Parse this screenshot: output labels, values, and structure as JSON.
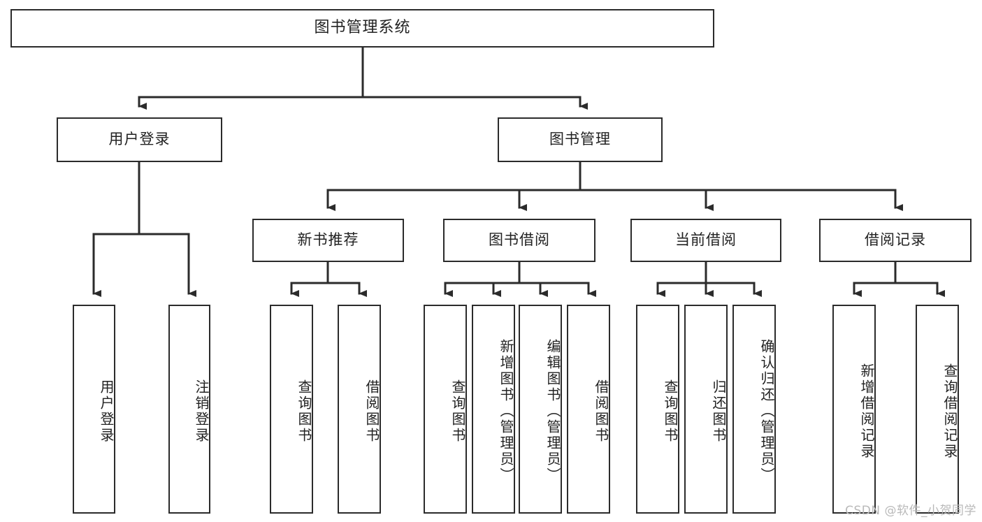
{
  "diagram": {
    "title": "图书管理系统",
    "watermark": "CSDN @软件_小贺同学",
    "colors": {
      "stroke": "#2b2b2b",
      "fill": "#ffffff",
      "text": "#222222",
      "watermark": "#b9b9b9"
    },
    "levels": {
      "root": {
        "label": "图书管理系统"
      },
      "level2": [
        {
          "id": "user-login",
          "label": "用户登录"
        },
        {
          "id": "book-manage",
          "label": "图书管理"
        }
      ],
      "level3": [
        {
          "id": "new-book-recommend",
          "label": "新书推荐"
        },
        {
          "id": "book-borrow",
          "label": "图书借阅"
        },
        {
          "id": "current-borrow",
          "label": "当前借阅"
        },
        {
          "id": "borrow-record",
          "label": "借阅记录"
        }
      ],
      "leaves": [
        {
          "id": "leaf-user-login",
          "parent": "user-login",
          "label": "用户登录"
        },
        {
          "id": "leaf-user-logout",
          "parent": "user-login",
          "label": "注销登录"
        },
        {
          "id": "leaf-query-book-1",
          "parent": "new-book-recommend",
          "label": "查询图书"
        },
        {
          "id": "leaf-borrow-book-1",
          "parent": "new-book-recommend",
          "label": "借阅图书"
        },
        {
          "id": "leaf-query-book-2",
          "parent": "book-borrow",
          "label": "查询图书"
        },
        {
          "id": "leaf-add-book",
          "parent": "book-borrow",
          "label": "新增图书（管理员）"
        },
        {
          "id": "leaf-edit-book",
          "parent": "book-borrow",
          "label": "编辑图书（管理员）"
        },
        {
          "id": "leaf-borrow-book-2",
          "parent": "book-borrow",
          "label": "借阅图书"
        },
        {
          "id": "leaf-query-book-3",
          "parent": "current-borrow",
          "label": "查询图书"
        },
        {
          "id": "leaf-return-book",
          "parent": "current-borrow",
          "label": "归还图书"
        },
        {
          "id": "leaf-confirm-return",
          "parent": "current-borrow",
          "label": "确认归还（管理员）"
        },
        {
          "id": "leaf-add-record",
          "parent": "borrow-record",
          "label": "新增借阅记录"
        },
        {
          "id": "leaf-query-record",
          "parent": "borrow-record",
          "label": "查询借阅记录"
        }
      ]
    }
  }
}
